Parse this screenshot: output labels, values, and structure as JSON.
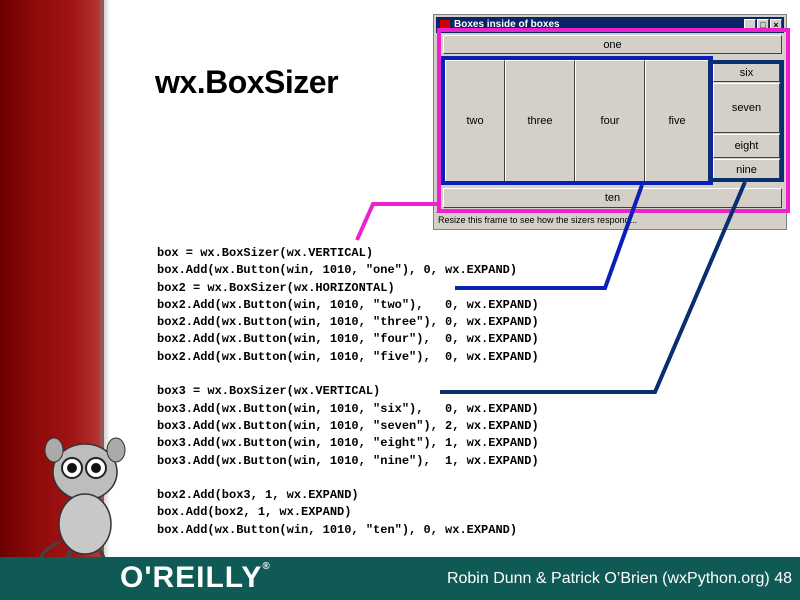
{
  "slide": {
    "title": "wx.BoxSizer",
    "code": "box = wx.BoxSizer(wx.VERTICAL)\nbox.Add(wx.Button(win, 1010, \"one\"), 0, wx.EXPAND)\nbox2 = wx.BoxSizer(wx.HORIZONTAL)\nbox2.Add(wx.Button(win, 1010, \"two\"),   0, wx.EXPAND)\nbox2.Add(wx.Button(win, 1010, \"three\"), 0, wx.EXPAND)\nbox2.Add(wx.Button(win, 1010, \"four\"),  0, wx.EXPAND)\nbox2.Add(wx.Button(win, 1010, \"five\"),  0, wx.EXPAND)\n\nbox3 = wx.BoxSizer(wx.VERTICAL)\nbox3.Add(wx.Button(win, 1010, \"six\"),   0, wx.EXPAND)\nbox3.Add(wx.Button(win, 1010, \"seven\"), 2, wx.EXPAND)\nbox3.Add(wx.Button(win, 1010, \"eight\"), 1, wx.EXPAND)\nbox3.Add(wx.Button(win, 1010, \"nine\"),  1, wx.EXPAND)\n\nbox2.Add(box3, 1, wx.EXPAND)\nbox.Add(box2, 1, wx.EXPAND)\nbox.Add(wx.Button(win, 1010, \"ten\"), 0, wx.EXPAND)"
  },
  "window": {
    "title": "Boxes inside of boxes",
    "buttons": {
      "one": "one",
      "two": "two",
      "three": "three",
      "four": "four",
      "five": "five",
      "six": "six",
      "seven": "seven",
      "eight": "eight",
      "nine": "nine",
      "ten": "ten"
    },
    "status": "Resize this frame to see how the sizers respond..."
  },
  "footer": {
    "logo": "O'REILLY",
    "credits": "Robin Dunn  &  Patrick O’Brien   (wxPython.org)   48"
  },
  "colors": {
    "sidebar": "#8f0a0a",
    "footer": "#0f5a55",
    "pink": "#ee22cc",
    "blue": "#0a1eb8",
    "navy": "#0a2e6e"
  }
}
